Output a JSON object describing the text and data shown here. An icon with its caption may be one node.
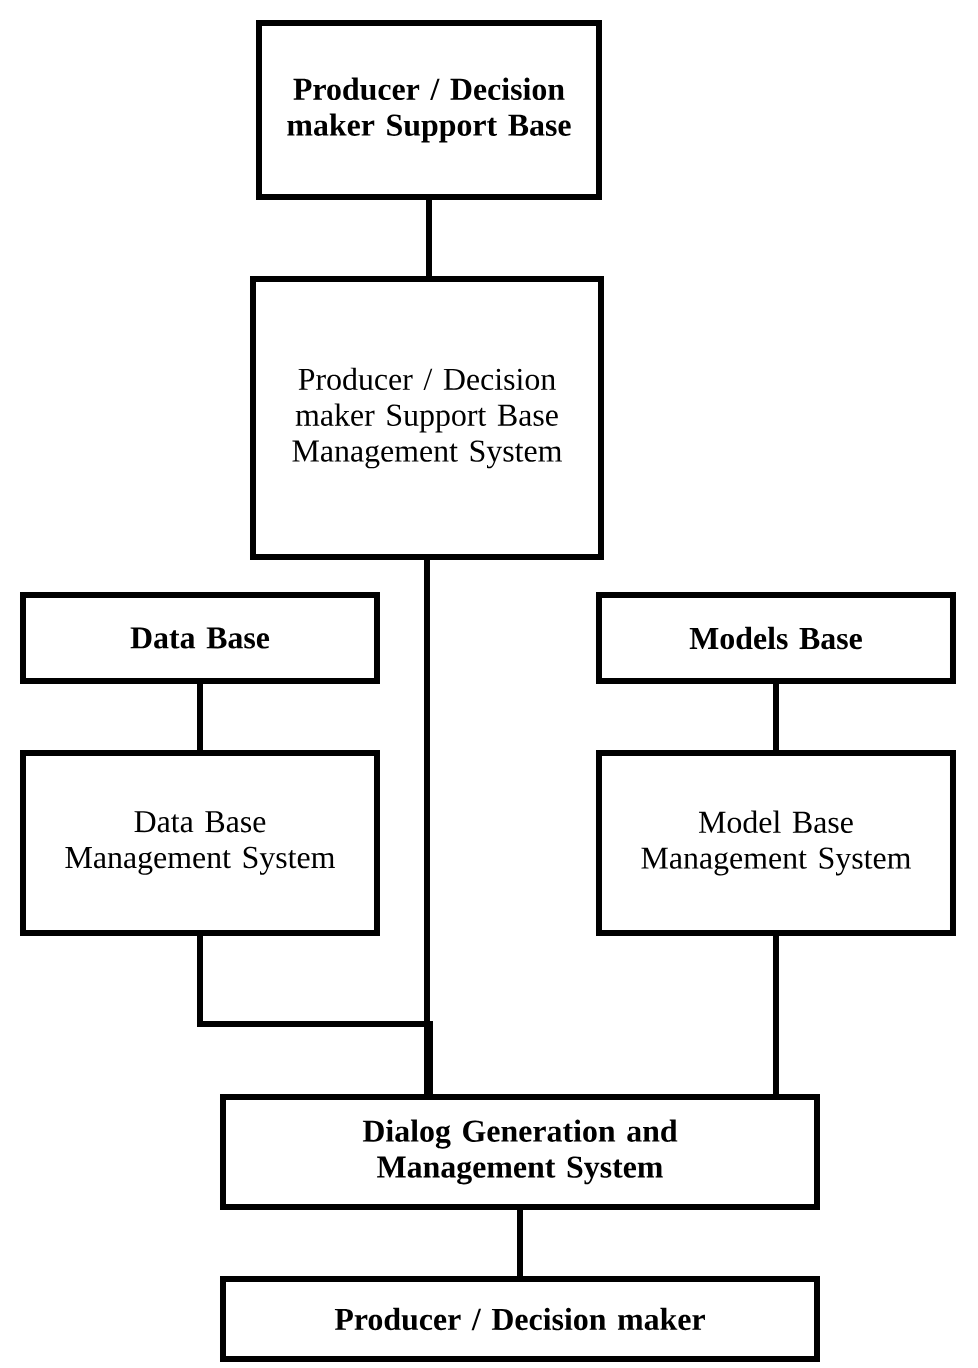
{
  "diagram": {
    "nodes": [
      {
        "text": [
          "Producer / Decision maker Support Base"
        ]
      },
      {
        "text": [
          "Producer / Decision maker Support Base Management System"
        ]
      },
      {
        "text": [
          "Data Base"
        ]
      },
      {
        "text": [
          "Models Base"
        ]
      },
      {
        "text": [
          "Data Base Management System"
        ]
      },
      {
        "text": [
          "Model Base Management System"
        ]
      },
      {
        "text": [
          "Dialog Generation and Management System"
        ]
      },
      {
        "text": [
          "Producer / Decision maker"
        ]
      }
    ],
    "edges": [
      {
        "from": 0,
        "to": 1,
        "arrow": "none"
      },
      {
        "from": 2,
        "to": 4,
        "arrow": "none"
      },
      {
        "from": 3,
        "to": 5,
        "arrow": "none"
      },
      {
        "from": 1,
        "to": 6,
        "arrow": "none"
      },
      {
        "from": 4,
        "to": 6,
        "arrow": "none"
      },
      {
        "from": 5,
        "to": 6,
        "arrow": "none"
      },
      {
        "from": 6,
        "to": 7,
        "arrow": "none"
      }
    ]
  }
}
